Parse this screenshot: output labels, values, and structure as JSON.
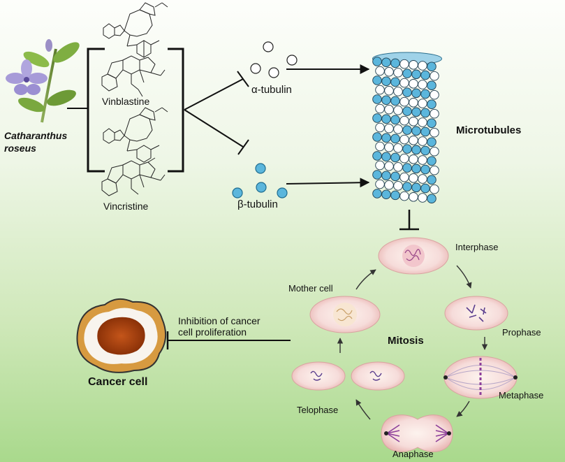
{
  "plant": {
    "name_line1": "Catharanthus",
    "name_line2": "roseus"
  },
  "drugs": [
    {
      "name": "Vinblastine"
    },
    {
      "name": "Vincristine"
    }
  ],
  "tubulin": {
    "alpha": "α-tubulin",
    "beta": "β-tubulin"
  },
  "microtubules": {
    "label": "Microtubules"
  },
  "mitosis": {
    "title": "Mitosis",
    "phases": {
      "interphase": "Interphase",
      "prophase": "Prophase",
      "metaphase": "Metaphase",
      "anaphase": "Anaphase",
      "telophase": "Telophase",
      "mother_cell": "Mother cell"
    }
  },
  "inhibition": {
    "line1": "Inhibition of cancer",
    "line2": "cell proliferation"
  },
  "cancer_cell": {
    "label": "Cancer cell"
  },
  "colors": {
    "alpha_tubulin": "#ffffff",
    "beta_tubulin": "#5bb6dc",
    "cell": "#f7e0de",
    "cancer_core": "#b84a10",
    "arrow": "#111111"
  }
}
